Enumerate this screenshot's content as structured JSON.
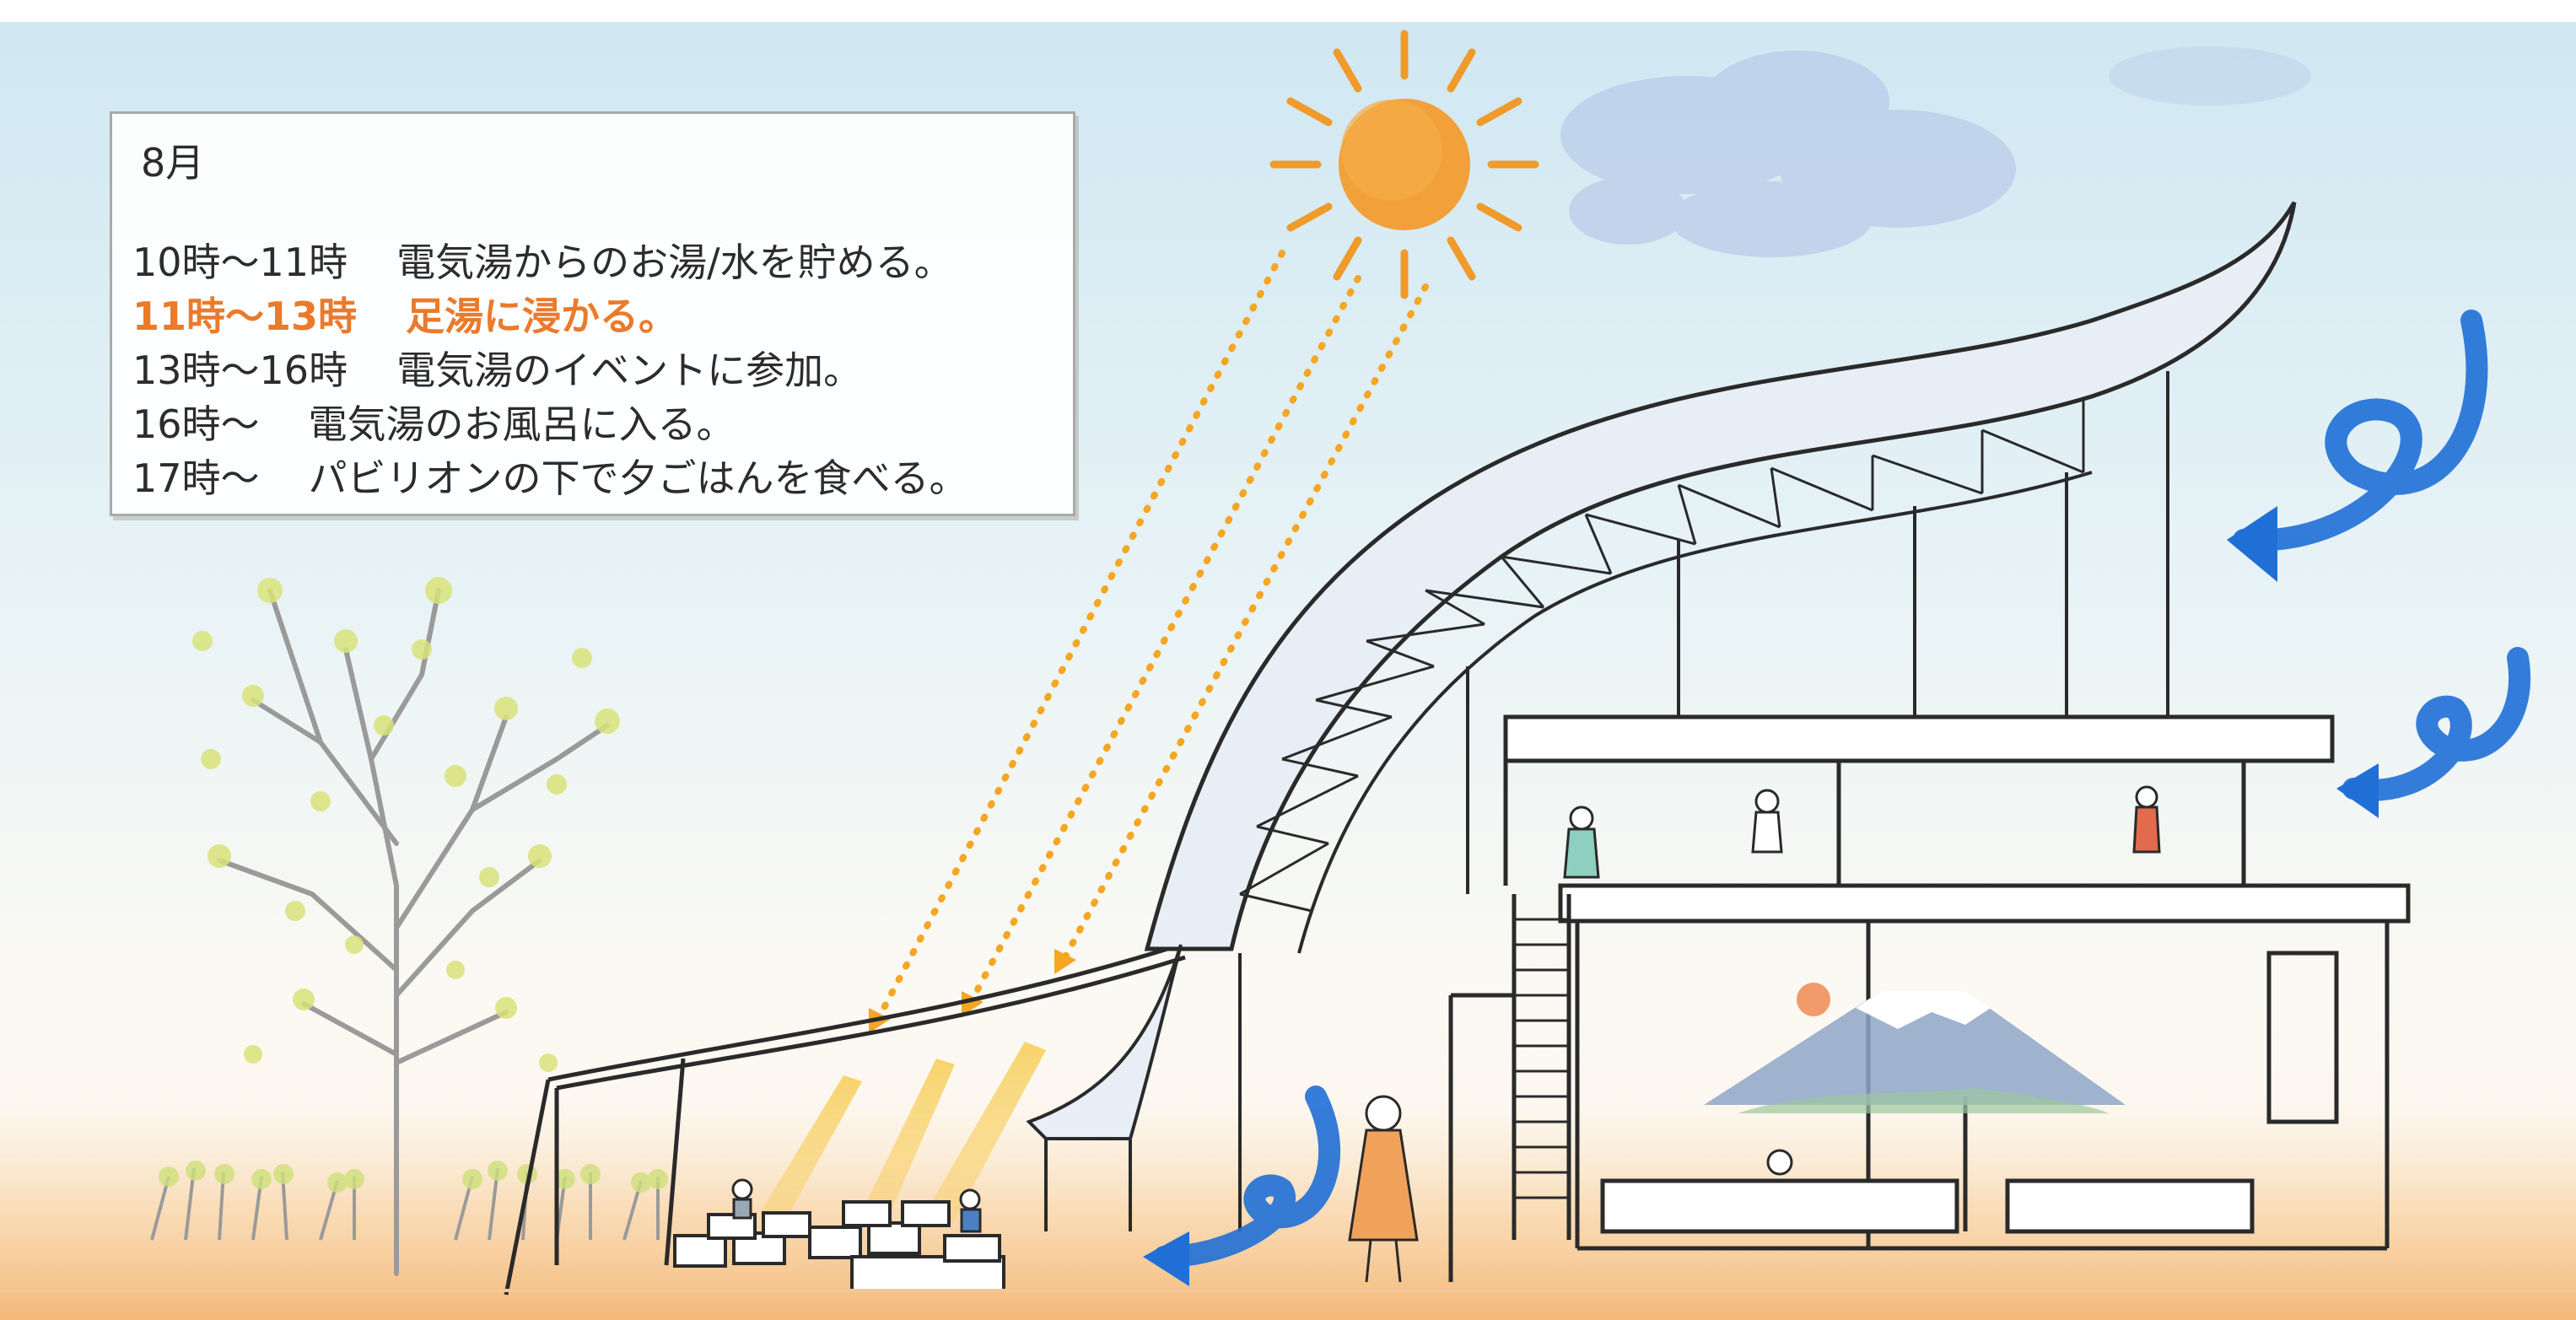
{
  "schedule": {
    "month": "8月",
    "rows": [
      {
        "time": "10時～11時",
        "activity": "電気湯からのお湯/水を貯める。"
      },
      {
        "time": "11時～13時",
        "activity": "足湯に浸かる。"
      },
      {
        "time": "13時～16時",
        "activity": "電気湯のイベントに参加。"
      },
      {
        "time": "16時～",
        "activity": "電気湯のお風呂に入る。"
      },
      {
        "time": "17時～",
        "activity": "パビリオンの下で夕ごはんを食べる。"
      }
    ],
    "highlight_color": "#ea7a2c",
    "text_color": "#2c2c2c"
  },
  "colors": {
    "sky_top": "#cde6f1",
    "sky_bottom": "#fdfbf6",
    "ground": "#f6c48a",
    "sun": "#f09a2c",
    "sun_ray_dots": "#f5a623",
    "light_beam": "#f7c842",
    "wind_arrows": "#1f6fd6",
    "leaves": "#d6e27a",
    "line_work": "#2a2a2a",
    "roof_tint": "#dfe9f2",
    "mountain": "#8ea6c8"
  },
  "icons": [
    "sun-icon",
    "wind-arrow-icon",
    "tree-icon",
    "shrub-icon",
    "mount-fuji-mural-icon",
    "person-figure-icon"
  ]
}
